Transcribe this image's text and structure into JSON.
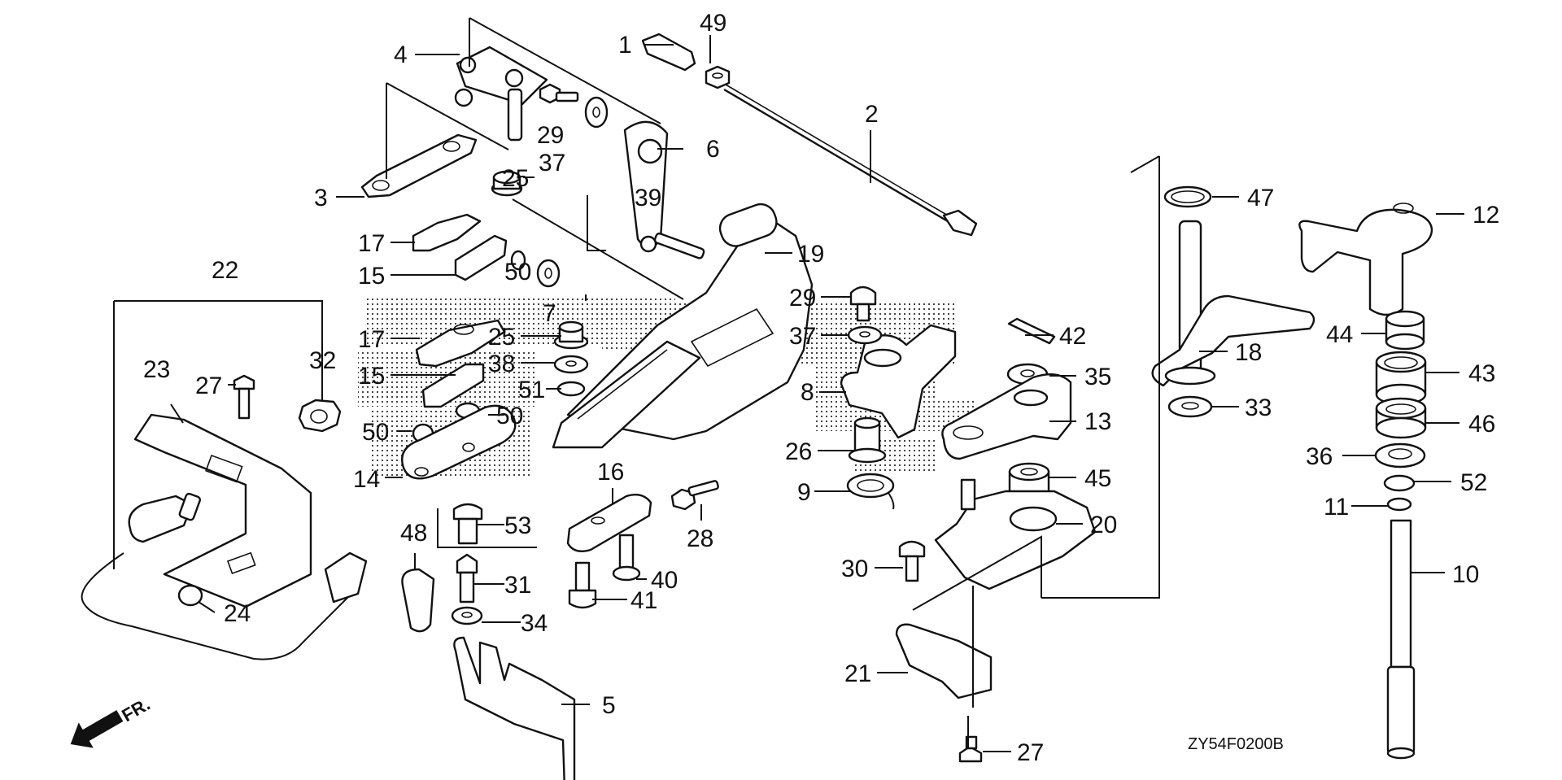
{
  "diagram": {
    "reference_code": "ZY54F0200B",
    "direction_marker": "FR.",
    "callouts": [
      {
        "id": "1",
        "label": "1"
      },
      {
        "id": "2",
        "label": "2"
      },
      {
        "id": "3",
        "label": "3"
      },
      {
        "id": "4",
        "label": "4"
      },
      {
        "id": "5",
        "label": "5"
      },
      {
        "id": "6",
        "label": "6"
      },
      {
        "id": "7",
        "label": "7"
      },
      {
        "id": "8",
        "label": "8"
      },
      {
        "id": "9",
        "label": "9"
      },
      {
        "id": "10",
        "label": "10"
      },
      {
        "id": "11",
        "label": "11"
      },
      {
        "id": "12",
        "label": "12"
      },
      {
        "id": "13",
        "label": "13"
      },
      {
        "id": "14",
        "label": "14"
      },
      {
        "id": "15a",
        "label": "15"
      },
      {
        "id": "15b",
        "label": "15"
      },
      {
        "id": "16",
        "label": "16"
      },
      {
        "id": "17a",
        "label": "17"
      },
      {
        "id": "17b",
        "label": "17"
      },
      {
        "id": "18",
        "label": "18"
      },
      {
        "id": "19",
        "label": "19"
      },
      {
        "id": "20",
        "label": "20"
      },
      {
        "id": "21",
        "label": "21"
      },
      {
        "id": "22",
        "label": "22"
      },
      {
        "id": "23",
        "label": "23"
      },
      {
        "id": "24",
        "label": "24"
      },
      {
        "id": "25a",
        "label": "25"
      },
      {
        "id": "25b",
        "label": "25"
      },
      {
        "id": "26",
        "label": "26"
      },
      {
        "id": "27a",
        "label": "27"
      },
      {
        "id": "27b",
        "label": "27"
      },
      {
        "id": "28",
        "label": "28"
      },
      {
        "id": "29a",
        "label": "29"
      },
      {
        "id": "29b",
        "label": "29"
      },
      {
        "id": "30",
        "label": "30"
      },
      {
        "id": "31",
        "label": "31"
      },
      {
        "id": "32",
        "label": "32"
      },
      {
        "id": "33",
        "label": "33"
      },
      {
        "id": "34",
        "label": "34"
      },
      {
        "id": "35",
        "label": "35"
      },
      {
        "id": "36",
        "label": "36"
      },
      {
        "id": "37a",
        "label": "37"
      },
      {
        "id": "37b",
        "label": "37"
      },
      {
        "id": "38",
        "label": "38"
      },
      {
        "id": "39",
        "label": "39"
      },
      {
        "id": "40",
        "label": "40"
      },
      {
        "id": "41",
        "label": "41"
      },
      {
        "id": "42",
        "label": "42"
      },
      {
        "id": "43",
        "label": "43"
      },
      {
        "id": "44",
        "label": "44"
      },
      {
        "id": "45",
        "label": "45"
      },
      {
        "id": "46",
        "label": "46"
      },
      {
        "id": "47",
        "label": "47"
      },
      {
        "id": "48",
        "label": "48"
      },
      {
        "id": "49",
        "label": "49"
      },
      {
        "id": "50a",
        "label": "50"
      },
      {
        "id": "50b",
        "label": "50"
      },
      {
        "id": "50c",
        "label": "50"
      },
      {
        "id": "51",
        "label": "51"
      },
      {
        "id": "52",
        "label": "52"
      },
      {
        "id": "53",
        "label": "53"
      }
    ]
  }
}
